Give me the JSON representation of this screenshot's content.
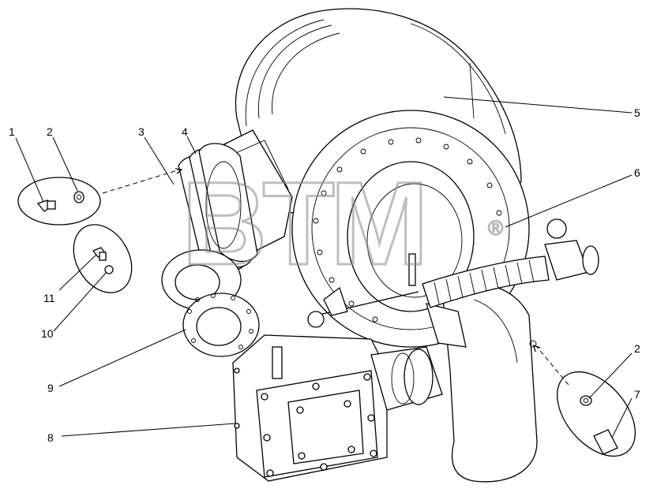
{
  "watermark": {
    "text": "BTM",
    "mark": "®"
  },
  "callouts": [
    {
      "id": "c1",
      "label": "1"
    },
    {
      "id": "c2a",
      "label": "2"
    },
    {
      "id": "c3",
      "label": "3"
    },
    {
      "id": "c4",
      "label": "4"
    },
    {
      "id": "c5",
      "label": "5"
    },
    {
      "id": "c6",
      "label": "6"
    },
    {
      "id": "c2b",
      "label": "2"
    },
    {
      "id": "c7",
      "label": "7"
    },
    {
      "id": "c8",
      "label": "8"
    },
    {
      "id": "c9",
      "label": "9"
    },
    {
      "id": "c10",
      "label": "10"
    },
    {
      "id": "c11",
      "label": "11"
    }
  ]
}
